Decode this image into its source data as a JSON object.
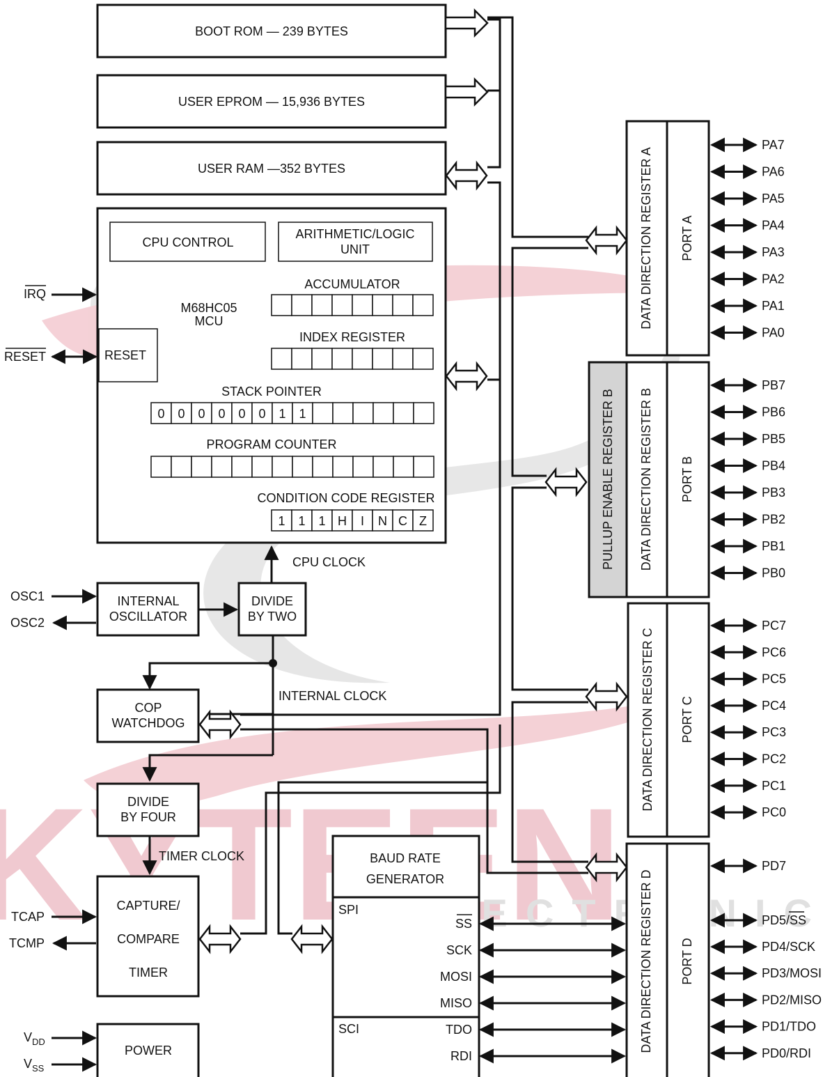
{
  "watermark": {
    "brand": "SKYTEEN",
    "sub": "ELECTRONIC"
  },
  "memory": {
    "boot_rom": "BOOT ROM — 239 BYTES",
    "user_eprom": "USER EPROM — 15,936 BYTES",
    "user_ram": "USER RAM —352 BYTES"
  },
  "cpu": {
    "cpu_control": "CPU CONTROL",
    "alu_line1": "ARITHMETIC/LOGIC",
    "alu_line2": "UNIT",
    "accumulator": "ACCUMULATOR",
    "mcu_line1": "M68HC05",
    "mcu_line2": "MCU",
    "index_register": "INDEX REGISTER",
    "reset": "RESET",
    "stack_pointer": "STACK POINTER",
    "stack_bits": [
      "0",
      "0",
      "0",
      "0",
      "0",
      "0",
      "1",
      "1",
      "",
      "",
      "",
      "",
      "",
      ""
    ],
    "program_counter": "PROGRAM COUNTER",
    "ccr": "CONDITION CODE REGISTER",
    "ccr_bits": [
      "1",
      "1",
      "1",
      "H",
      "I",
      "N",
      "C",
      "Z"
    ]
  },
  "clock": {
    "cpu_clock": "CPU CLOCK",
    "osc_line1": "INTERNAL",
    "osc_line2": "OSCILLATOR",
    "div2_line1": "DIVIDE",
    "div2_line2": "BY TWO",
    "internal_clock": "INTERNAL CLOCK",
    "cop_line1": "COP",
    "cop_line2": "WATCHDOG",
    "div4_line1": "DIVIDE",
    "div4_line2": "BY FOUR",
    "timer_clock": "TIMER CLOCK"
  },
  "timer": {
    "line1": "CAPTURE/",
    "line2": "COMPARE",
    "line3": "TIMER"
  },
  "power": {
    "label": "POWER"
  },
  "serial": {
    "baud_line1": "BAUD RATE",
    "baud_line2": "GENERATOR",
    "spi": "SPI",
    "sci": "SCI",
    "ss": "SS",
    "sck": "SCK",
    "mosi": "MOSI",
    "miso": "MISO",
    "tdo": "TDO",
    "rdi": "RDI"
  },
  "pins_left": {
    "irq": "IRQ",
    "reset": "RESET",
    "osc1": "OSC1",
    "osc2": "OSC2",
    "tcap": "TCAP",
    "tcmp": "TCMP",
    "vdd": "V",
    "vdd_sub": "DD",
    "vss": "V",
    "vss_sub": "SS"
  },
  "ports": {
    "ddr_a": "DATA DIRECTION REGISTER A",
    "port_a": "PORT A",
    "pullup_b": "PULLUP ENABLE REGISTER B",
    "ddr_b": "DATA DIRECTION REGISTER B",
    "port_b": "PORT B",
    "ddr_c": "DATA DIRECTION REGISTER C",
    "port_c": "PORT C",
    "ddr_d": "DATA DIRECTION REGISTER D",
    "port_d": "PORT D",
    "pa": [
      "PA7",
      "PA6",
      "PA5",
      "PA4",
      "PA3",
      "PA2",
      "PA1",
      "PA0"
    ],
    "pb": [
      "PB7",
      "PB6",
      "PB5",
      "PB4",
      "PB3",
      "PB2",
      "PB1",
      "PB0"
    ],
    "pc": [
      "PC7",
      "PC6",
      "PC5",
      "PC4",
      "PC3",
      "PC2",
      "PC1",
      "PC0"
    ],
    "pd7": "PD7",
    "pd5": "PD5/",
    "pd5_ss": "SS",
    "pd": [
      "PD4/SCK",
      "PD3/MOSI",
      "PD2/MISO",
      "PD1/TDO",
      "PD0/RDI"
    ]
  }
}
